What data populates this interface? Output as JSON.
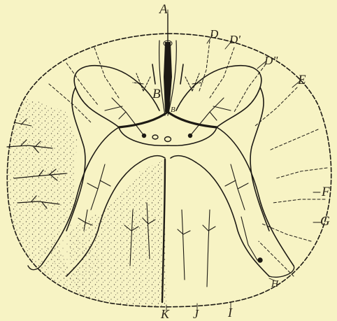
{
  "figure": {
    "labels": {
      "A": "A",
      "B": "B",
      "B2": "B",
      "D": "D",
      "D1": "D'",
      "D2": "D\"",
      "E": "E",
      "F": "F",
      "G": "G",
      "H": "H",
      "I": "I",
      "J": "J",
      "K": "K"
    },
    "colors": {
      "paper": "#f7f3c4",
      "ink": "#1d1a14",
      "stipple": "#5a5345"
    }
  }
}
